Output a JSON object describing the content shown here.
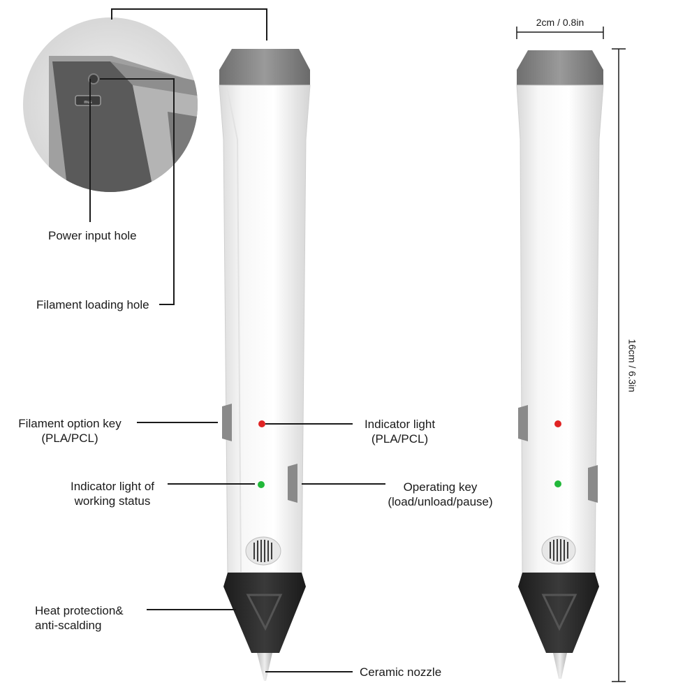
{
  "labels": {
    "power_input_hole": "Power input hole",
    "filament_loading_hole": "Filament loading hole",
    "filament_option_key_line1": "Filament option key",
    "filament_option_key_line2": "(PLA/PCL)",
    "indicator_light_line1": "Indicator light",
    "indicator_light_line2": "(PLA/PCL)",
    "working_status_line1": "Indicator light of",
    "working_status_line2": "working status",
    "operating_key_line1": "Operating key",
    "operating_key_line2": "(load/unload/pause)",
    "heat_protection_line1": "Heat protection&",
    "heat_protection_line2": "anti-scalding",
    "ceramic_nozzle": "Ceramic nozzle"
  },
  "dimensions": {
    "width": "2cm / 0.8in",
    "length": "16cm / 6.3in"
  },
  "port_marking": "mus",
  "colors": {
    "indicator_red": "#e02424",
    "indicator_green": "#22b83a",
    "pen_body": "#f3f3f3",
    "pen_cap": "#8a8a8a",
    "nozzle_cover": "#2b2b2b"
  }
}
